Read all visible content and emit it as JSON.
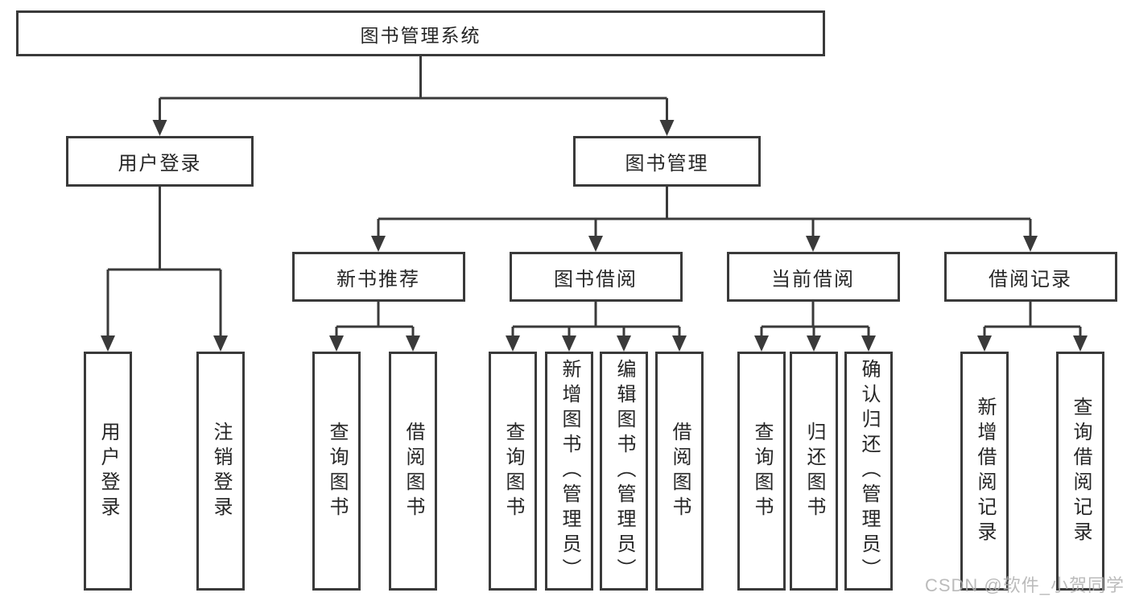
{
  "diagram": {
    "type": "tree-diagram",
    "watermark": "CSDN @软件_小贺同学",
    "colors": {
      "line": "#3a3a3a",
      "box_border": "#3a3a3a",
      "text": "#262626",
      "watermark": "#b0b0b0",
      "background": "#ffffff"
    },
    "nodes": {
      "root": {
        "label": "图书管理系统"
      },
      "level2": [
        {
          "id": "user-login",
          "label": "用户登录",
          "parent": "root"
        },
        {
          "id": "book-management",
          "label": "图书管理",
          "parent": "root"
        }
      ],
      "level3": [
        {
          "id": "new-book-recommend",
          "label": "新书推荐",
          "parent": "book-management"
        },
        {
          "id": "book-borrowing",
          "label": "图书借阅",
          "parent": "book-management"
        },
        {
          "id": "current-borrowing",
          "label": "当前借阅",
          "parent": "book-management"
        },
        {
          "id": "borrowing-records",
          "label": "借阅记录",
          "parent": "book-management"
        }
      ],
      "leaves": [
        {
          "id": "user-login-leaf",
          "label": "用户登录",
          "parent": "user-login"
        },
        {
          "id": "logout",
          "label": "注销登录",
          "parent": "user-login"
        },
        {
          "id": "query-books-1",
          "label": "查询图书",
          "parent": "new-book-recommend"
        },
        {
          "id": "borrow-books-1",
          "label": "借阅图书",
          "parent": "new-book-recommend"
        },
        {
          "id": "query-books-2",
          "label": "查询图书",
          "parent": "book-borrowing"
        },
        {
          "id": "add-books-admin",
          "label": "新增图书（管理员）",
          "parent": "book-borrowing"
        },
        {
          "id": "edit-books-admin",
          "label": "编辑图书（管理员）",
          "parent": "book-borrowing"
        },
        {
          "id": "borrow-books-2",
          "label": "借阅图书",
          "parent": "book-borrowing"
        },
        {
          "id": "query-books-3",
          "label": "查询图书",
          "parent": "current-borrowing"
        },
        {
          "id": "return-books",
          "label": "归还图书",
          "parent": "current-borrowing"
        },
        {
          "id": "confirm-return-admin",
          "label": "确认归还（管理员）",
          "parent": "current-borrowing"
        },
        {
          "id": "add-borrow-record",
          "label": "新增借阅记录",
          "parent": "borrowing-records"
        },
        {
          "id": "query-borrow-record",
          "label": "查询借阅记录",
          "parent": "borrowing-records"
        }
      ]
    }
  }
}
